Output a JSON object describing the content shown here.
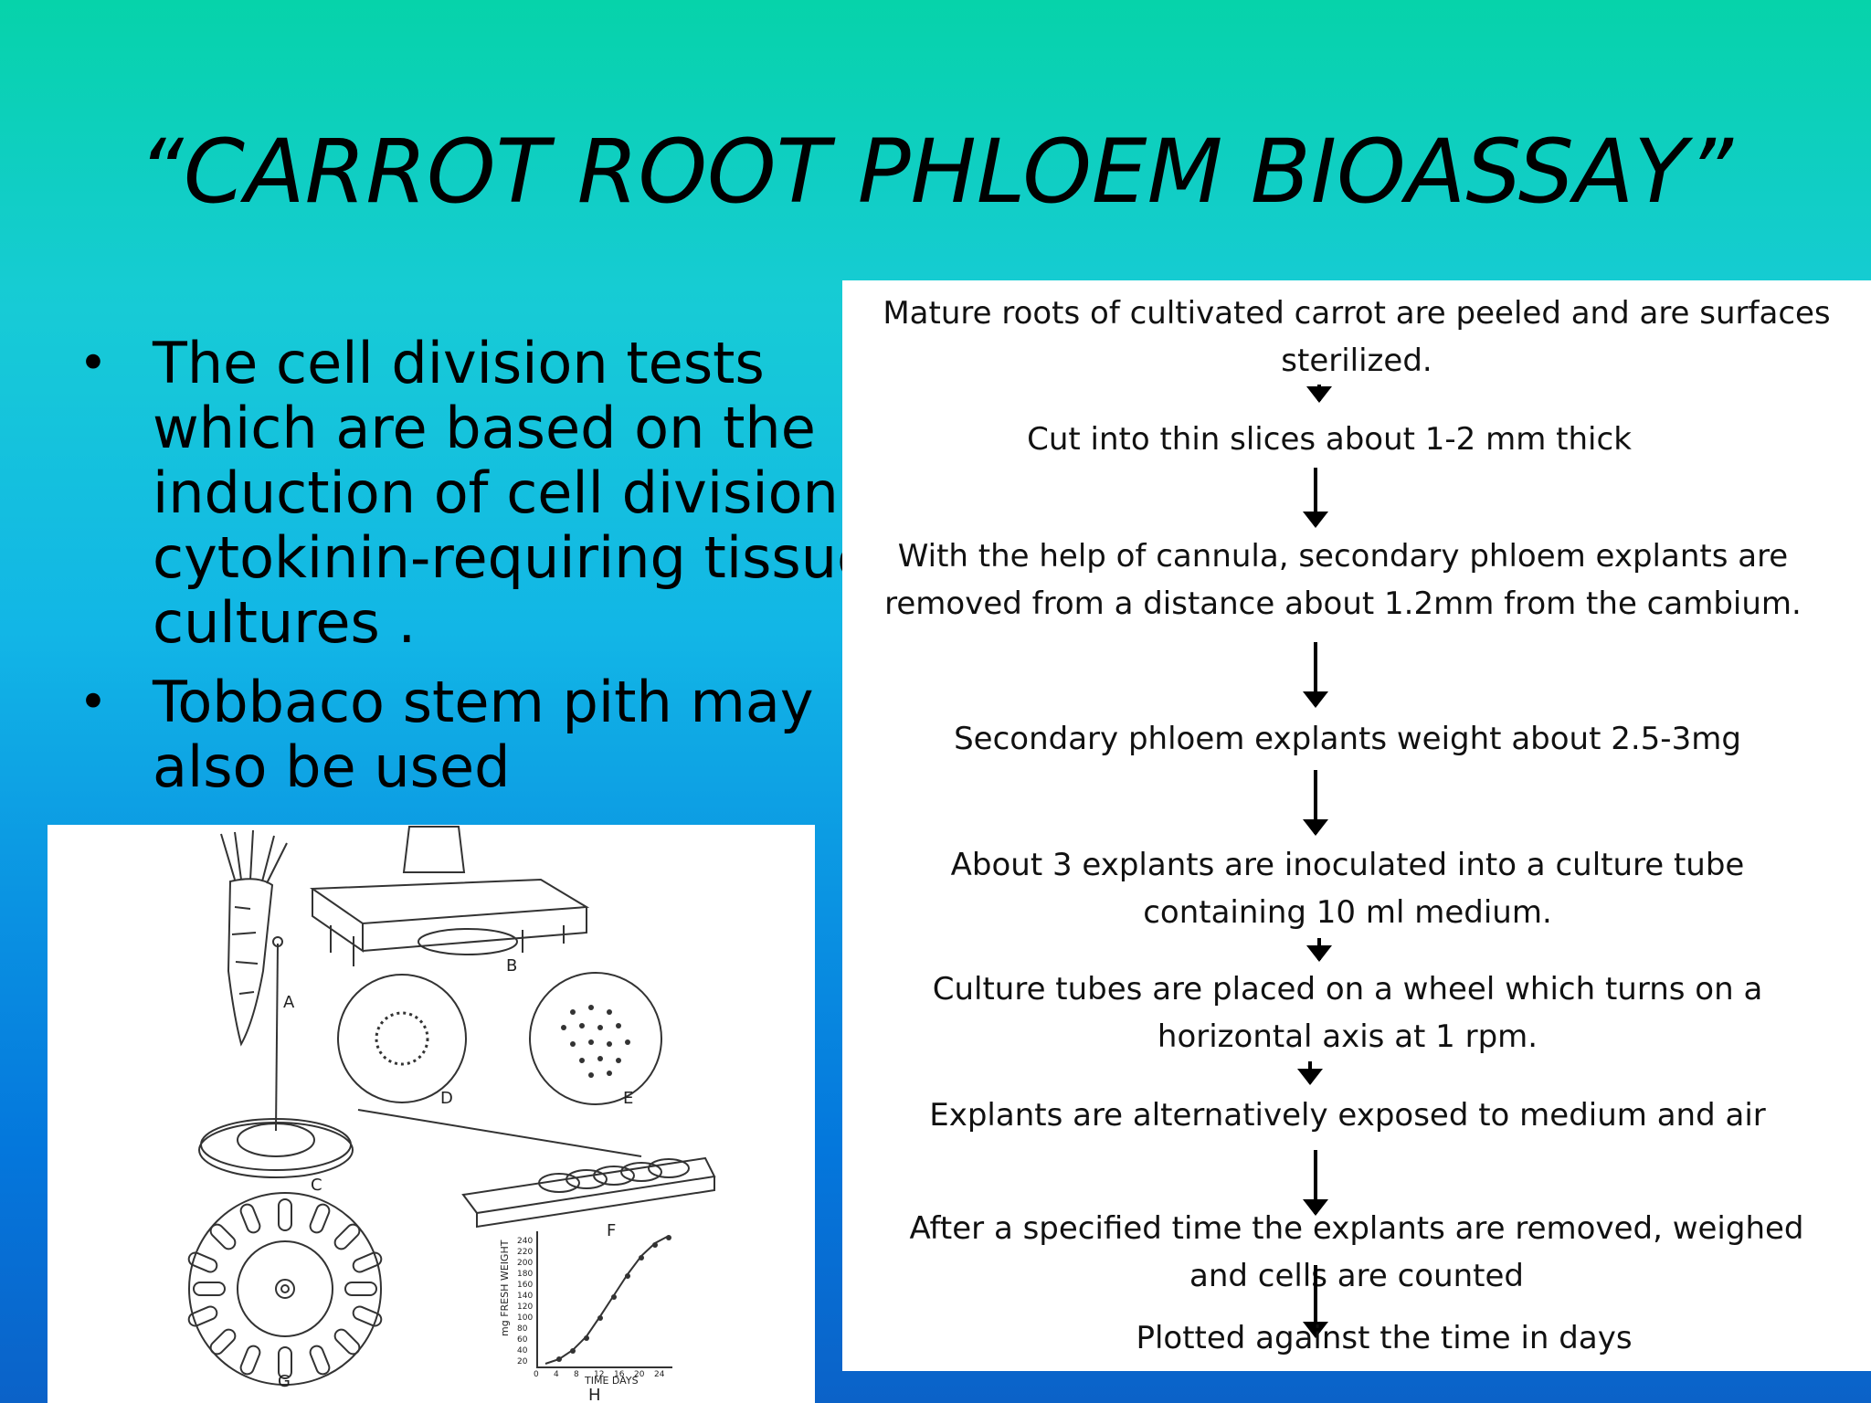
{
  "title": "“CARROT ROOT PHLOEM BIOASSAY”",
  "bullets": [
    {
      "text": "The cell division tests\nwhich are based on the\ninduction of cell division i\ncytokinin-requiring tissue\ncultures ."
    },
    {
      "text": "Tobbaco stem pith may\nalso be used"
    }
  ],
  "bullet_symbol": "•",
  "flow_steps": [
    "Mature roots of cultivated carrot are peeled and are surfaces\nsterilized.",
    "Cut into thin slices about 1-2 mm thick",
    "With the help of cannula, secondary phloem explants are\nremoved from a distance about  1.2mm from the cambium.",
    "Secondary phloem explants weight about 2.5-3mg",
    "About 3 explants are inoculated into a culture tube\ncontaining 10 ml medium.",
    "Culture tubes are placed on a wheel which turns on a\nhorizontal axis at 1 rpm.",
    "Explants are alternatively exposed to medium and air",
    "After a specified time the explants are removed, weighed\nand cells are counted",
    "Plotted against the time in days"
  ],
  "illustration": {
    "labels": [
      "A",
      "B",
      "C",
      "D",
      "E",
      "F",
      "G",
      "H"
    ],
    "graph_ylabel": "mg FRESH WEIGHT",
    "graph_xlabel": "TIME DAYS",
    "graph_yticks": [
      "20",
      "40",
      "60",
      "80",
      "100",
      "120",
      "140",
      "160",
      "180",
      "200",
      "220",
      "240"
    ],
    "graph_xticks": [
      "0",
      "4",
      "8",
      "12",
      "16",
      "20",
      "24"
    ]
  },
  "colors": {
    "bg_top": "#06d3aa",
    "bg_bottom": "#0b62c8",
    "text": "#000000",
    "panel": "#ffffff"
  }
}
